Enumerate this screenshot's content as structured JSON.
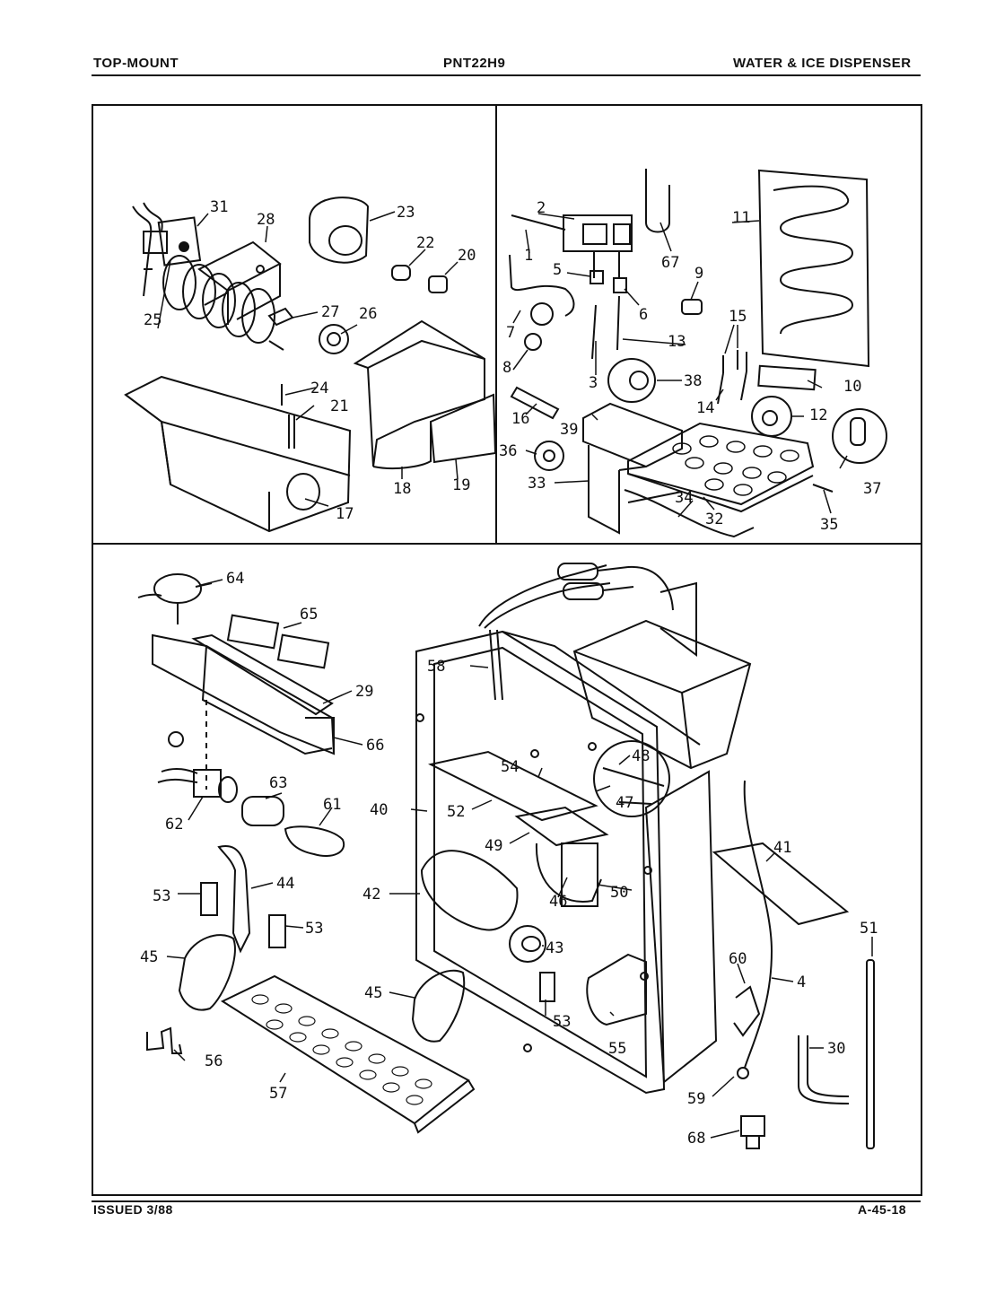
{
  "header": {
    "left": "TOP-MOUNT",
    "center": "PNT22H9",
    "right": "WATER & ICE DISPENSER"
  },
  "footer": {
    "left": "ISSUED 3/88",
    "right": "A-45-18"
  },
  "panels": {
    "top_left": [
      "31",
      "28",
      "23",
      "22",
      "20",
      "27",
      "26",
      "25",
      "24",
      "21",
      "17",
      "18",
      "19"
    ],
    "top_right": [
      "2",
      "1",
      "67",
      "11",
      "5",
      "6",
      "9",
      "15",
      "7",
      "13",
      "8",
      "3",
      "38",
      "16",
      "14",
      "10",
      "12",
      "39",
      "36",
      "37",
      "33",
      "34",
      "32",
      "35"
    ],
    "bottom": [
      "64",
      "65",
      "58",
      "29",
      "66",
      "48",
      "54",
      "47",
      "63",
      "61",
      "62",
      "40",
      "52",
      "49",
      "41",
      "50",
      "53",
      "44",
      "42",
      "46",
      "43",
      "51",
      "53",
      "45",
      "60",
      "4",
      "45",
      "53",
      "56",
      "55",
      "30",
      "59",
      "57",
      "68"
    ]
  }
}
